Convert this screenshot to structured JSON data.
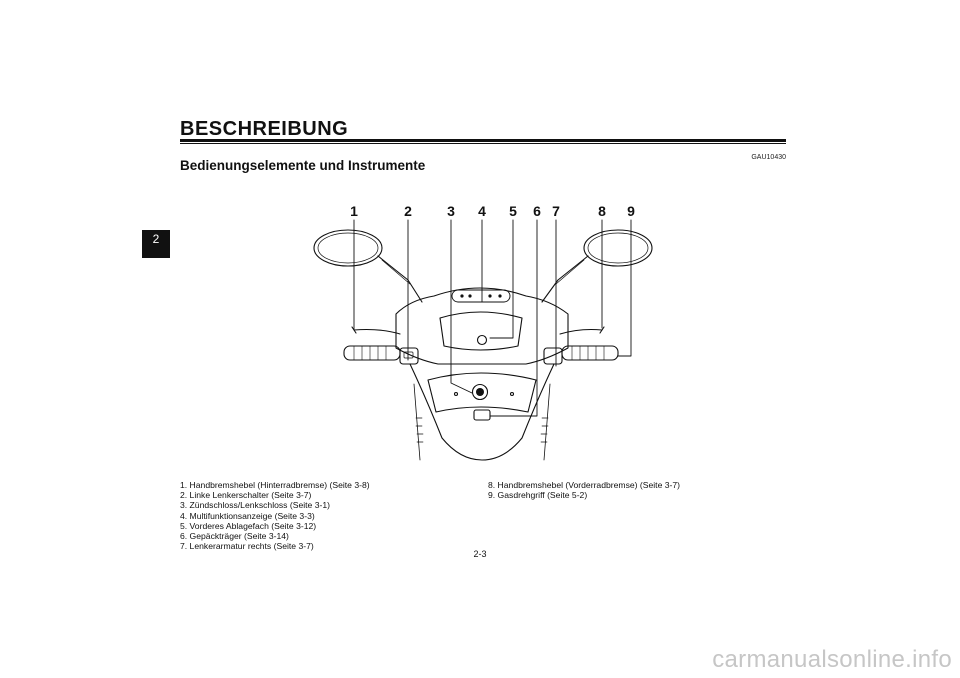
{
  "header": {
    "title": "BESCHREIBUNG",
    "chapter_tab": "2",
    "ref_code": "GAU10430"
  },
  "section": {
    "title": "Bedienungselemente und Instrumente"
  },
  "figure": {
    "callouts": [
      "1",
      "2",
      "3",
      "4",
      "5",
      "6",
      "7",
      "8",
      "9"
    ]
  },
  "legend": {
    "left": [
      "1. Handbremshebel (Hinterradbremse) (Seite 3-8)",
      "2. Linke Lenkerschalter (Seite 3-7)",
      "3. Zündschloss/Lenkschloss (Seite 3-1)",
      "4. Multifunktionsanzeige (Seite 3-3)",
      "5. Vorderes Ablagefach (Seite 3-12)",
      "6. Gepäckträger (Seite 3-14)",
      "7. Lenkerarmatur rechts (Seite 3-7)"
    ],
    "right": [
      "8. Handbremshebel (Vorderradbremse) (Seite 3-7)",
      "9. Gasdrehgriff (Seite 5-2)"
    ]
  },
  "footer": {
    "page_number": "2-3",
    "watermark": "carmanualsonline.info"
  }
}
